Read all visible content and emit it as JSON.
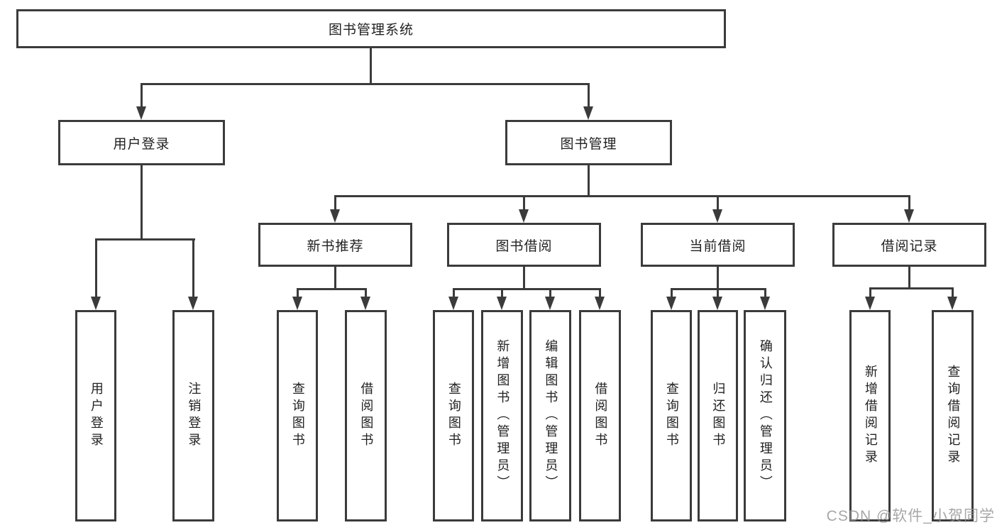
{
  "diagram": {
    "colors": {
      "line": "#3b3b3b",
      "text": "#222222",
      "background": "#ffffff"
    },
    "watermark": {
      "text": "CSDN @软件_小贺同学",
      "color": "#949494"
    },
    "tree": {
      "label": "图书管理系统",
      "children": [
        {
          "label": "用户登录",
          "children": [
            {
              "label": "用户登录"
            },
            {
              "label": "注销登录"
            }
          ]
        },
        {
          "label": "图书管理",
          "children": [
            {
              "label": "新书推荐",
              "children": [
                {
                  "label": "查询图书"
                },
                {
                  "label": "借阅图书"
                }
              ]
            },
            {
              "label": "图书借阅",
              "children": [
                {
                  "label": "查询图书"
                },
                {
                  "label": "新增图书（管理员）"
                },
                {
                  "label": "编辑图书（管理员）"
                },
                {
                  "label": "借阅图书"
                }
              ]
            },
            {
              "label": "当前借阅",
              "children": [
                {
                  "label": "查询图书"
                },
                {
                  "label": "归还图书"
                },
                {
                  "label": "确认归还（管理员）"
                }
              ]
            },
            {
              "label": "借阅记录",
              "children": [
                {
                  "label": "新增借阅记录"
                },
                {
                  "label": "查询借阅记录"
                }
              ]
            }
          ]
        }
      ]
    }
  }
}
